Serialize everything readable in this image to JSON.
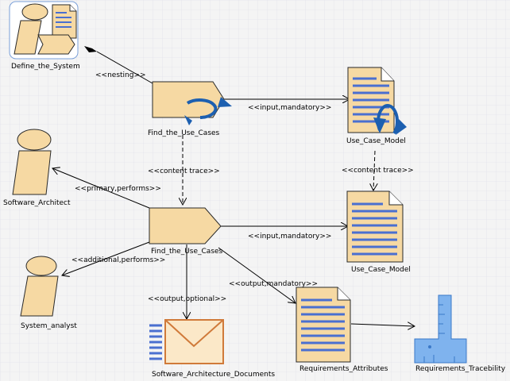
{
  "colors": {
    "background": "#f4f4f4",
    "grid": "#d9d9e6",
    "shape_fill": "#f6d9a3",
    "shape_stroke": "#2a2a2a",
    "doc_lines": "#4a6fd0",
    "cycle_icon": "#1c5fb0",
    "envelope_stroke": "#d07a3a",
    "envelope_fill": "#fbe8c8",
    "ruler_fill": "#7fb3ee",
    "selection": "#7a9fd8"
  },
  "nodes": {
    "define_the_system": "Define_the_System",
    "find_the_use_cases_top": "Find_the_Use_Cases",
    "use_case_model_top": "Use_Case_Model",
    "software_architect": "Software_Architect",
    "find_the_use_cases_main": "Find_the_Use_Cases",
    "use_case_model_main": "Use_Case_Model",
    "system_analyst": "System_analyst",
    "software_architecture_documents": "Software_Architecture_Documents",
    "requirements_attributes": "Requirements_Attributes",
    "requirements_tracebility": "Requirements_Tracebility"
  },
  "edges": {
    "nesting": "<<nesting>>",
    "input_mandatory_top": "<<input,mandatory>>",
    "content_trace_left": "<<content trace>>",
    "content_trace_right": "<<content trace>>",
    "primary_performs": "<<primary,performs>>",
    "input_mandatory_main": "<<input,mandatory>>",
    "additional_performs": "<<additional,performs>>",
    "output_mandatory": "<<output,mandatory>>",
    "output_optional": "<<output,optional>>"
  }
}
